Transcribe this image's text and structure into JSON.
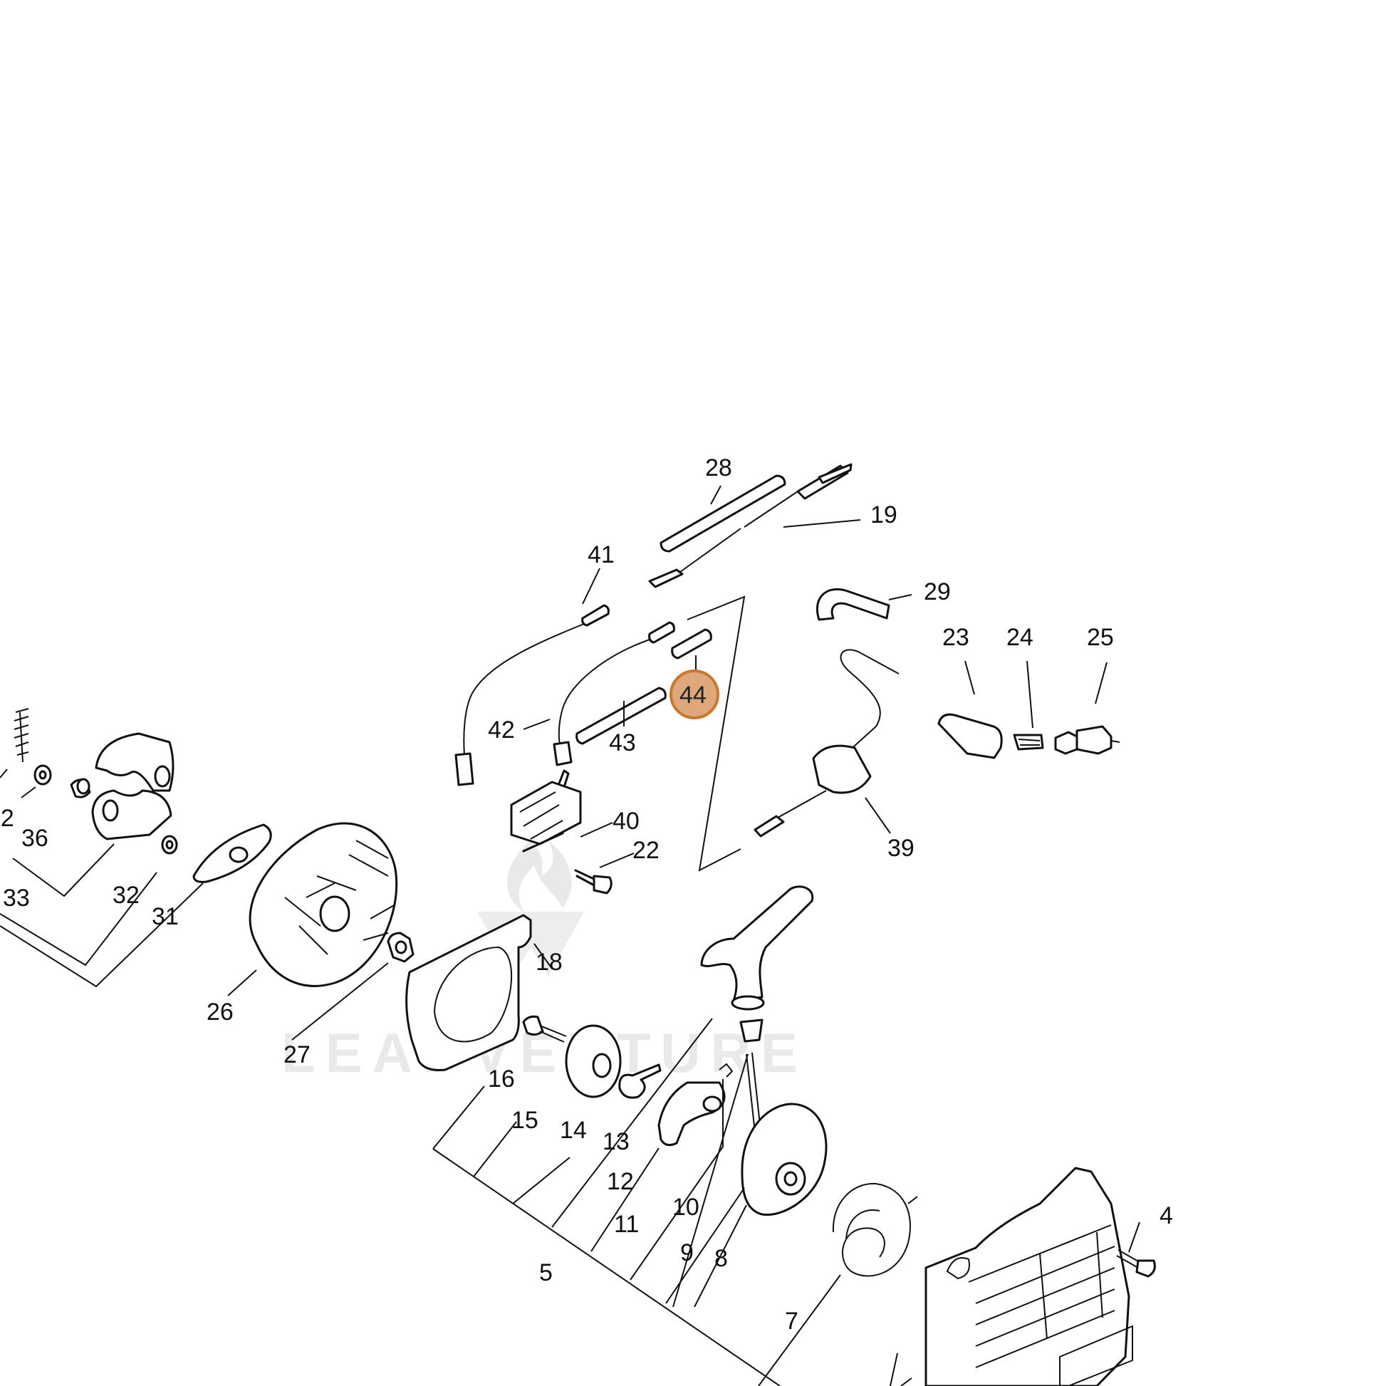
{
  "diagram": {
    "labels": [
      "28",
      "19",
      "41",
      "29",
      "23",
      "24",
      "25",
      "42",
      "43",
      "44",
      "40",
      "22",
      "39",
      "32",
      "36",
      "33",
      "31",
      "18",
      "26",
      "27",
      "16",
      "15",
      "14",
      "13",
      "12",
      "11",
      "10",
      "9",
      "8",
      "5",
      "7",
      "4"
    ],
    "highlighted_label": "44",
    "highlight_color": "#dfa77c",
    "highlight_border": "#c9782c",
    "watermark_text": "LEADVENTURE"
  }
}
